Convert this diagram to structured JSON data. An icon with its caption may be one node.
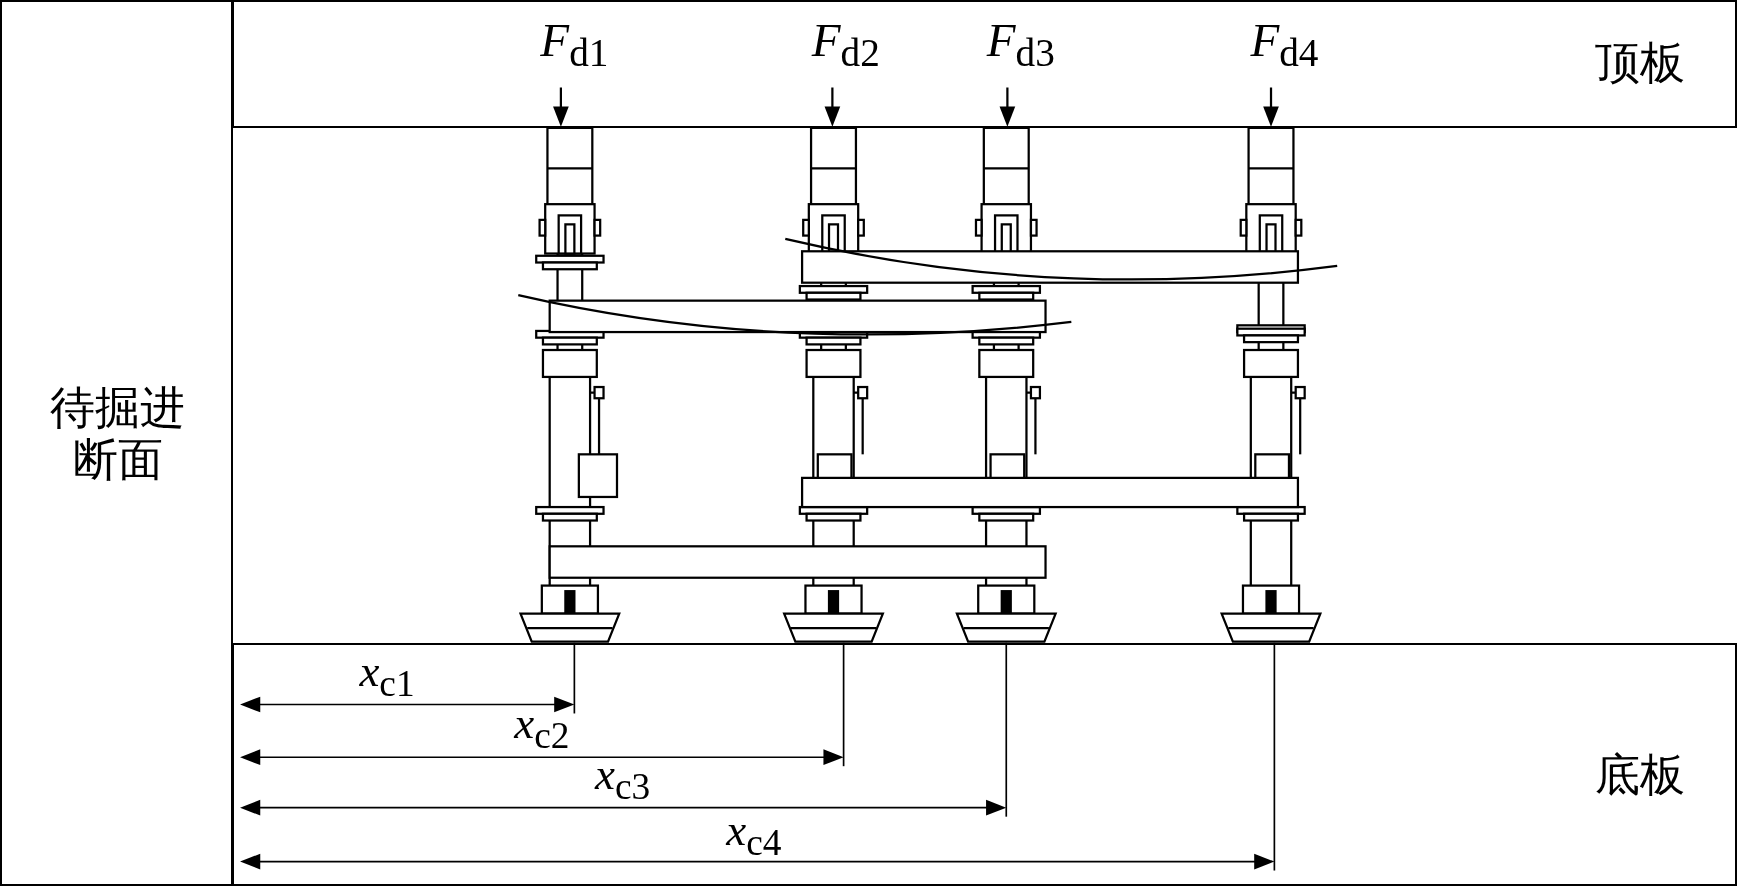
{
  "diagram": {
    "nodes": [
      {
        "text": [
          "待掘进断面"
        ]
      },
      {
        "text": [
          "顶板"
        ]
      },
      {
        "text": [
          "底板"
        ]
      }
    ],
    "labels": [
      "*F*$_{d1}$",
      "*F*$_{d2}$",
      "*F*$_{d3}$",
      "*F*$_{d4}$",
      "*x*$_{c1}$",
      "*x*$_{c2}$",
      "*x*$_{c3}$",
      "*x*$_{c4}$"
    ]
  }
}
